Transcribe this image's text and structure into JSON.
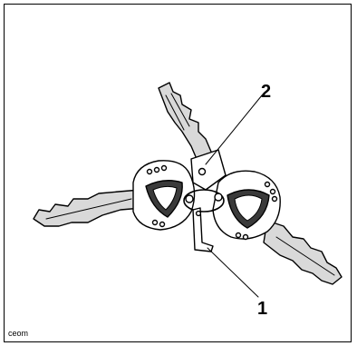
{
  "figure": {
    "callouts": [
      {
        "id": "2"
      },
      {
        "id": "1"
      }
    ],
    "caption": "ceom"
  },
  "colors": {
    "ink": "#000000",
    "paper": "#ffffff",
    "shade": "#d9d9d9",
    "dark": "#3a3a3a"
  }
}
